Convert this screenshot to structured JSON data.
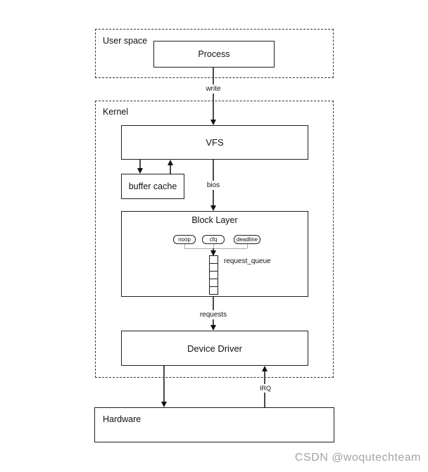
{
  "diagram": {
    "user_space": {
      "label": "User space",
      "process_label": "Process"
    },
    "kernel": {
      "label": "Kernel",
      "vfs_label": "VFS",
      "buffer_cache_label": "buffer cache",
      "block_layer": {
        "title": "Block Layer",
        "schedulers": [
          "noop",
          "cfq",
          "deadline"
        ],
        "request_queue_label": "request_queue",
        "queue_cells": 5
      },
      "device_driver_label": "Device Driver"
    },
    "hardware": {
      "label": "Hardware"
    },
    "flow_labels": {
      "write": "write",
      "bios": "bios",
      "requests": "requests",
      "irq": "IRQ"
    },
    "watermark": "CSDN @woqutechteam",
    "colors": {
      "background": "#ffffff",
      "box_border": "#1f1f1f",
      "dashed_border": "#333333",
      "line": "#4a4a4a",
      "connector_gray": "#aaaaaa",
      "watermark": "#a3a3a3"
    }
  }
}
